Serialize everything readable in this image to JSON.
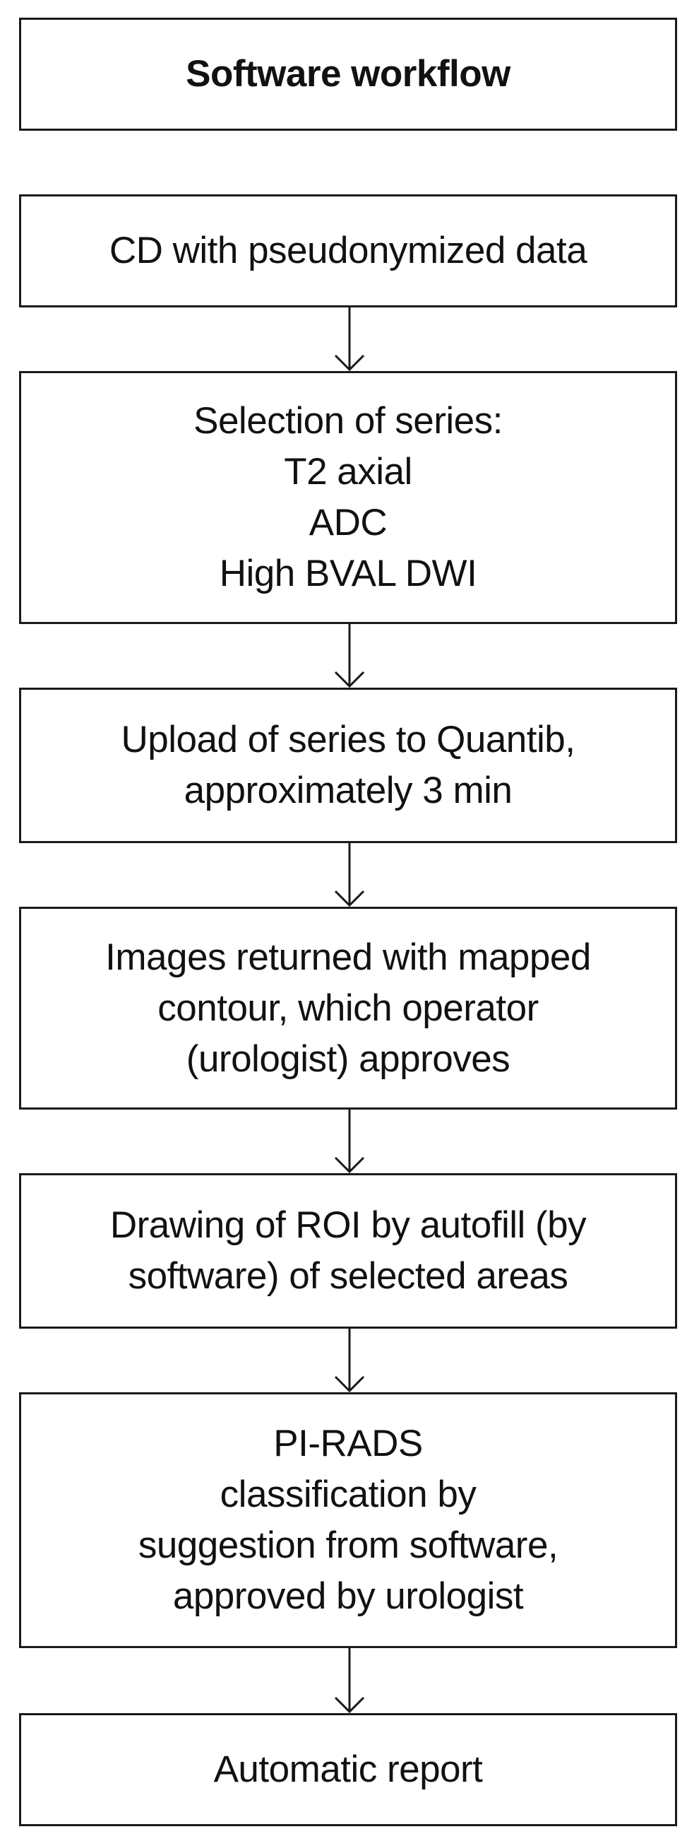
{
  "diagram": {
    "title": "Software workflow",
    "steps": [
      {
        "lines": [
          "CD with pseudonymized data"
        ]
      },
      {
        "lines": [
          "Selection of series:",
          "T2 axial",
          "ADC",
          "High BVAL DWI"
        ]
      },
      {
        "lines": [
          "Upload of series to Quantib,",
          "approximately 3 min"
        ]
      },
      {
        "lines": [
          "Images returned with mapped",
          "contour, which operator",
          "(urologist) approves"
        ]
      },
      {
        "lines": [
          "Drawing of ROI by autofill (by",
          "software) of selected areas"
        ]
      },
      {
        "lines": [
          "PI-RADS",
          "classification by",
          "suggestion from software,",
          "approved by urologist"
        ]
      },
      {
        "lines": [
          "Automatic report"
        ]
      }
    ]
  },
  "colors": {
    "border": "#1a1a1a",
    "text": "#111111",
    "background": "#ffffff"
  }
}
